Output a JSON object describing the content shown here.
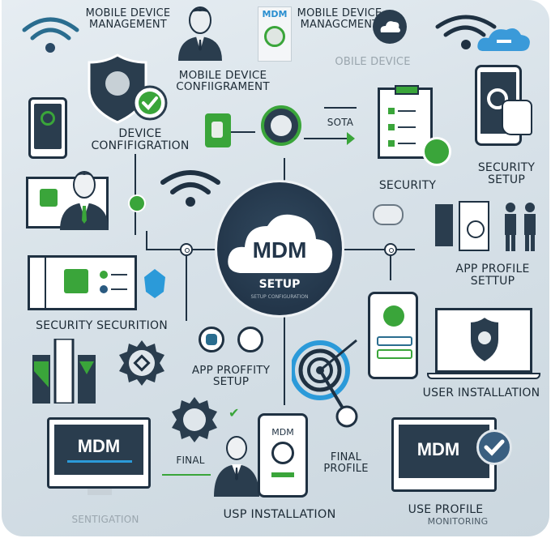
{
  "diagram": {
    "title_center": {
      "main": "MDM",
      "sub": "SETUP",
      "caption": "SETUP CONFIGURATION"
    },
    "labels": {
      "mobile_device_management_1": "MOBILE DEVICE MANAGEMENT",
      "mobile_device_management_2": "MOBILE DEVICE MANAGCMENT",
      "mdm_badge": "MDM",
      "mobile_device_configuration": "MOBILE DEVICE CONFIIGRAMENT",
      "faint_mobile_device": "OBILE DEVICE",
      "device_configuration": "DEVICE CONFIFIGRATION",
      "sota": "SOTA",
      "security": "SECURITY",
      "security_setup": "SECURITY SETUP",
      "app_profile_setup": "APP PROFILE SETTUP",
      "security_securition": "SECURITY SECURITION",
      "app_proffity_setup": "APP PROFFITY SETUP",
      "user_installation": "USER INSTALLATION",
      "monitor_mdm": "MDM",
      "final": "FINAL",
      "phone_mdm": "MDM",
      "final_profile": "FINAL PROFILE",
      "laptop_mdm": "MDM",
      "sentigation": "SENTIGATION",
      "usp_installation": "USP INSTALLATION",
      "use_profile": "USE PROFILE",
      "monitoring": "MONITORING"
    },
    "icons": [
      "wifi-icon",
      "user-icon",
      "mdm-app-icon",
      "cloud-icon",
      "wifi-cloud-icon",
      "shield-check-icon",
      "smartphone-icon",
      "device-tag-icon",
      "target-check-icon",
      "clipboard-checklist-icon",
      "touch-phone-icon",
      "presentation-user-icon",
      "wifi-icon-center",
      "cloud-mdm-icon",
      "security-card-icon",
      "blue-shield-icon",
      "people-icon",
      "phone-check-icon",
      "laptop-shield-icon",
      "bar-blocks-icon",
      "gear-icon",
      "target-arrow-icon",
      "monitor-mdm-icon",
      "person-icon",
      "phone-mdm-icon",
      "monitor-check-icon"
    ],
    "colors": {
      "dark": "#1f3142",
      "green": "#3aa53a",
      "blue": "#2b8fd0",
      "background": "#d9e3ea"
    }
  }
}
